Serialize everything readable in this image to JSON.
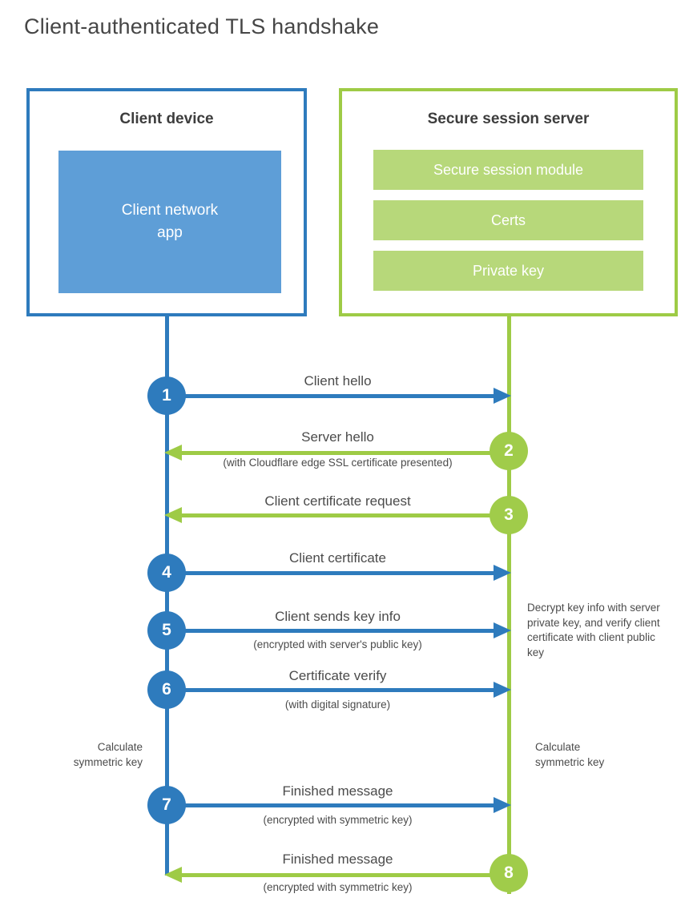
{
  "title": "Client-authenticated TLS handshake",
  "colors": {
    "blue": "#2e7bbd",
    "blue_light": "#5e9ed7",
    "green": "#9ecb46",
    "green_circle": "#a0cc4a",
    "green_light": "#b7d87a",
    "heading_text": "#3d3d3d",
    "label_text": "#4b4b4b"
  },
  "client_box": {
    "title": "Client device",
    "inner_label": "Client network\napp"
  },
  "server_box": {
    "title": "Secure session server",
    "modules": [
      {
        "label": "Secure session module"
      },
      {
        "label": "Certs"
      },
      {
        "label": "Private key"
      }
    ]
  },
  "steps": [
    {
      "num": "1",
      "color": "blue",
      "direction": "right",
      "label": "Client hello",
      "sub": ""
    },
    {
      "num": "2",
      "color": "green",
      "direction": "left",
      "label": "Server hello",
      "sub": "(with Cloudflare edge SSL certificate presented)"
    },
    {
      "num": "3",
      "color": "green",
      "direction": "left",
      "label": "Client certificate request",
      "sub": ""
    },
    {
      "num": "4",
      "color": "blue",
      "direction": "right",
      "label": "Client certificate",
      "sub": ""
    },
    {
      "num": "5",
      "color": "blue",
      "direction": "right",
      "label": "Client sends key info",
      "sub": "(encrypted with server's public key)"
    },
    {
      "num": "6",
      "color": "blue",
      "direction": "right",
      "label": "Certificate verify",
      "sub": "(with digital signature)"
    },
    {
      "num": "7",
      "color": "blue",
      "direction": "right",
      "label": "Finished message",
      "sub": "(encrypted with symmetric key)"
    },
    {
      "num": "8",
      "color": "green",
      "direction": "left",
      "label": "Finished message",
      "sub": "(encrypted with symmetric key)"
    }
  ],
  "notes": {
    "decrypt": "Decrypt key info with server private key, and verify client certificate with client public key",
    "calc_left": "Calculate\nsymmetric key",
    "calc_right": "Calculate\nsymmetric key"
  }
}
